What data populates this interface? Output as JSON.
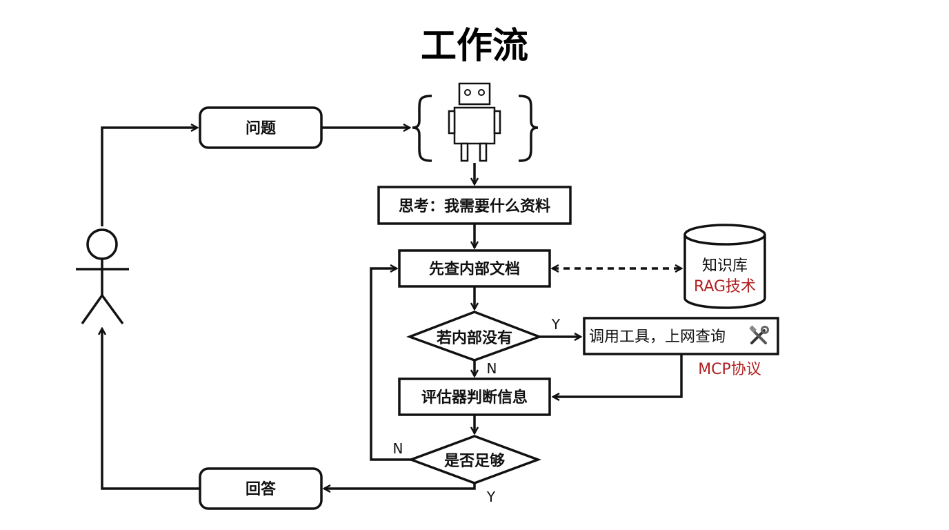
{
  "title": "工作流",
  "nodes": {
    "question": "问题",
    "think": "思考：我需要什么资料",
    "check_internal": "先查内部文档",
    "if_none": "若内部没有",
    "call_tools": "调用工具，上网查询",
    "evaluator": "评估器判断信息",
    "enough": "是否足够",
    "answer": "回答",
    "knowledge_base": "知识库",
    "rag": "RAG技术",
    "mcp": "MCP协议"
  },
  "edge_labels": {
    "if_none_yes": "Y",
    "if_none_no": "N",
    "enough_no": "N",
    "enough_yes": "Y"
  },
  "icons": {
    "tools": "🛠"
  },
  "colors": {
    "accent_red": "#b01e1e",
    "line": "#111111"
  }
}
